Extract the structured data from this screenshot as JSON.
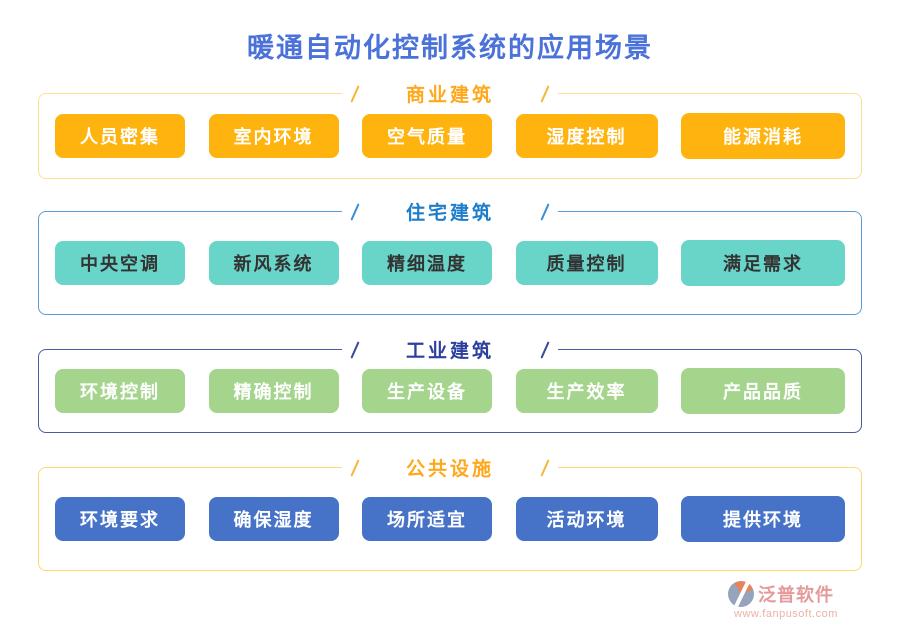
{
  "title": "暖通自动化控制系统的应用场景",
  "sections": [
    {
      "title": "商业建筑",
      "items": [
        "人员密集",
        "室内环境",
        "空气质量",
        "湿度控制",
        "能源消耗"
      ]
    },
    {
      "title": "住宅建筑",
      "items": [
        "中央空调",
        "新风系统",
        "精细温度",
        "质量控制",
        "满足需求"
      ]
    },
    {
      "title": "工业建筑",
      "items": [
        "环境控制",
        "精确控制",
        "生产设备",
        "生产效率",
        "产品品质"
      ]
    },
    {
      "title": "公共设施",
      "items": [
        "环境要求",
        "确保湿度",
        "场所适宜",
        "活动环境",
        "提供环境"
      ]
    }
  ],
  "footer": {
    "brand": "泛普软件",
    "url": "www.fanpusoft.com"
  },
  "colors": {
    "title-blue": "#4a72d9",
    "s1-border": "#ffe091",
    "s1-title": "#ffa81c",
    "s1-slash": "#f5b739",
    "s1-pill-bg": "#ffb30e",
    "s1-pill-text": "#ffffff",
    "s2-border": "#5b9bd5",
    "s2-title": "#1d7dca",
    "s2-slash": "#3d8fd1",
    "s2-pill-bg": "#68d5c8",
    "s2-pill-text": "#333333",
    "s3-border": "#4a5a9e",
    "s3-title": "#2c3f9e",
    "s3-slash": "#3a4a9b",
    "s3-pill-bg": "#a5d48d",
    "s3-pill-text": "#ffffff",
    "s4-border": "#ffd96b",
    "s4-title": "#ffa81c",
    "s4-slash": "#f5b739",
    "s4-pill-bg": "#4673c8",
    "s4-pill-text": "#ffffff",
    "brand-text": "#e59a9a",
    "brand-url": "#e8b3a6",
    "logo-gray": "#95a3bb",
    "logo-orange": "#e5845c"
  }
}
